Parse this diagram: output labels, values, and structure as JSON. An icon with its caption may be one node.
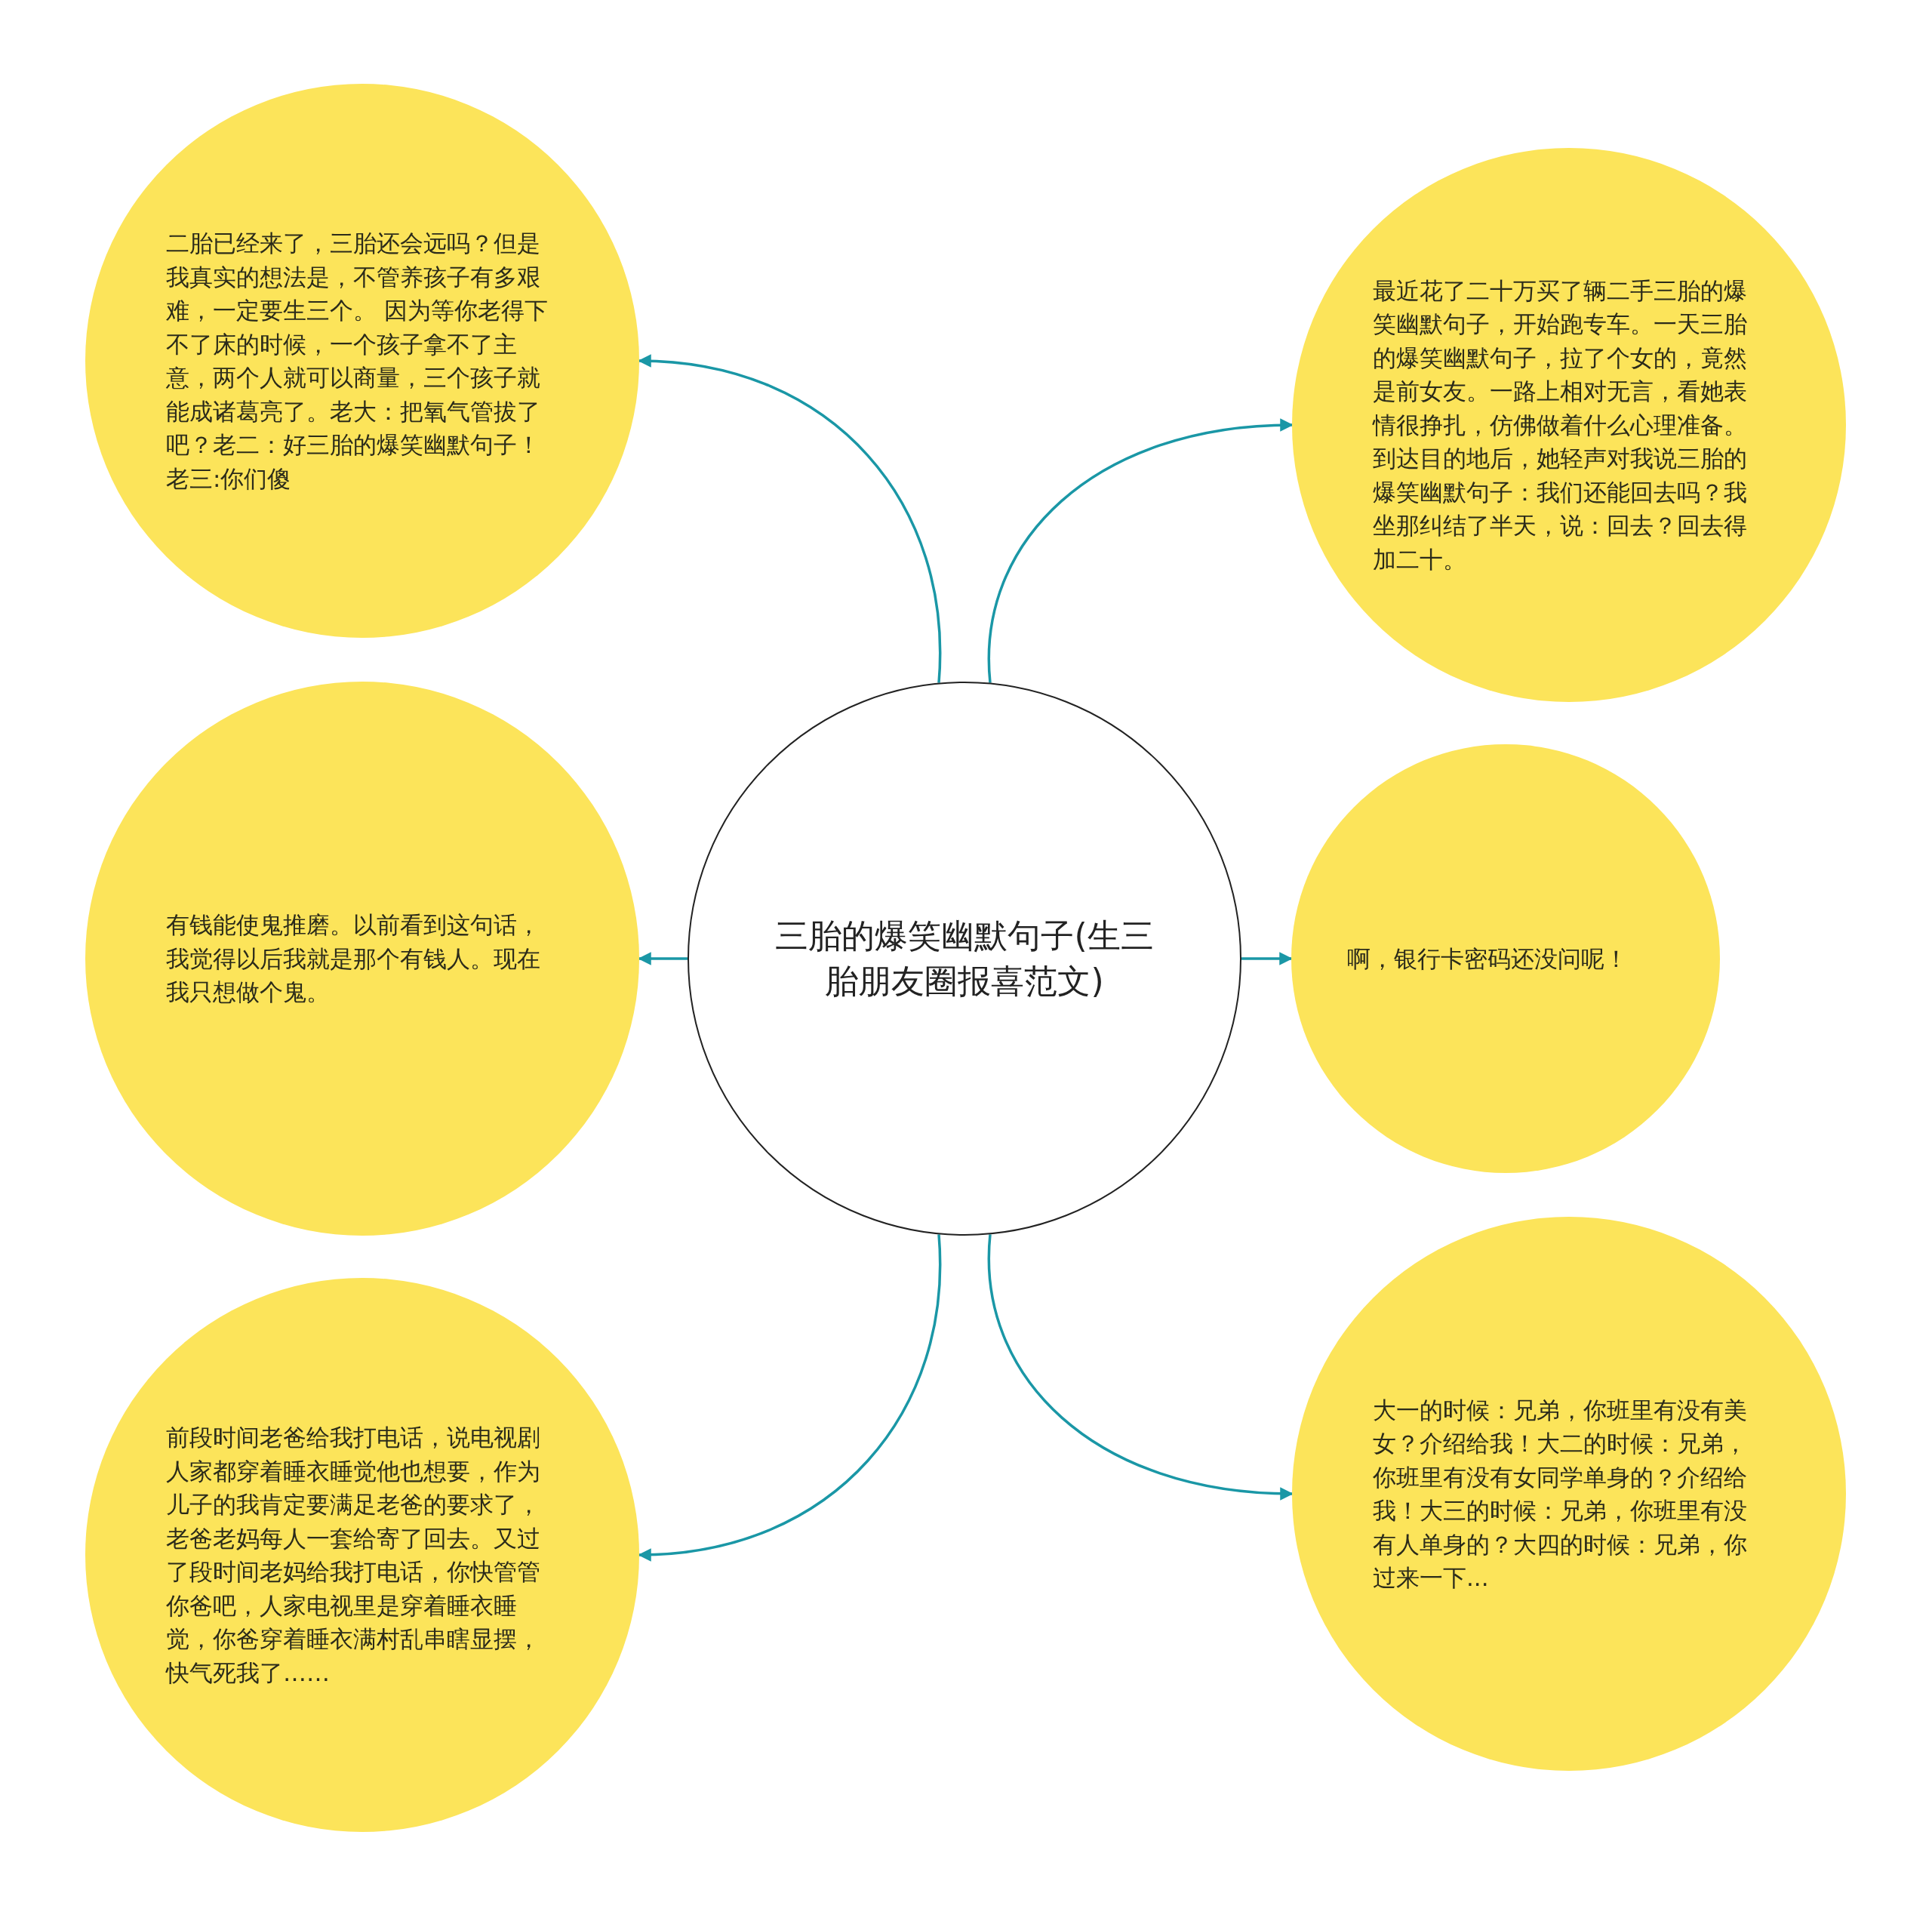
{
  "diagram": {
    "nodes": [
      {
        "text": [
          "三胎的爆笑幽默句子(生三胎朋友圈报喜范文)"
        ]
      },
      {
        "text": [
          "二胎已经来了，三胎还会远吗？但是我真实的想法是，不管养孩子有多艰难，一定要生三个。 因为等你老得下不了床的时候，一个孩子拿不了主意，两个人就可以商量，三个孩子就能成诸葛亮了。老大：把氧气管拔了吧？老二：好三胎的爆笑幽默句子！老三:你们傻"
        ]
      },
      {
        "text": [
          "最近花了二十万买了辆二手三胎的爆笑幽默句子，开始跑专车。一天三胎的爆笑幽默句子，拉了个女的，竟然是前女友。一路上相对无言，看她表情很挣扎，仿佛做着什么心理准备。到达目的地后，她轻声对我说三胎的爆笑幽默句子：我们还能回去吗？我坐那纠结了半天，说：回去？回去得加二十。"
        ]
      },
      {
        "text": [
          "有钱能使鬼推磨。以前看到这句话，我觉得以后我就是那个有钱人。现在我只想做个鬼。"
        ]
      },
      {
        "text": [
          "啊，银行卡密码还没问呢！"
        ]
      },
      {
        "text": [
          "前段时间老爸给我打电话，说电视剧人家都穿着睡衣睡觉他也想要，作为儿子的我肯定要满足老爸的要求了，老爸老妈每人一套给寄了回去。又过了段时间老妈给我打电话，你快管管你爸吧，人家电视里是穿着睡衣睡觉，你爸穿着睡衣满村乱串瞎显摆，快气死我了……"
        ]
      },
      {
        "text": [
          "大一的时候：兄弟，你班里有没有美女？介绍给我！大二的时候：兄弟，你班里有没有女同学单身的？介绍给我！大三的时候：兄弟，你班里有没有人单身的？大四的时候：兄弟，你过来一下..."
        ]
      }
    ],
    "edges": [
      {
        "from": 0,
        "to": 1,
        "arrow": "to"
      },
      {
        "from": 0,
        "to": 2,
        "arrow": "to"
      },
      {
        "from": 0,
        "to": 3,
        "arrow": "to"
      },
      {
        "from": 0,
        "to": 4,
        "arrow": "to"
      },
      {
        "from": 0,
        "to": 5,
        "arrow": "to"
      },
      {
        "from": 0,
        "to": 6,
        "arrow": "to"
      }
    ]
  }
}
